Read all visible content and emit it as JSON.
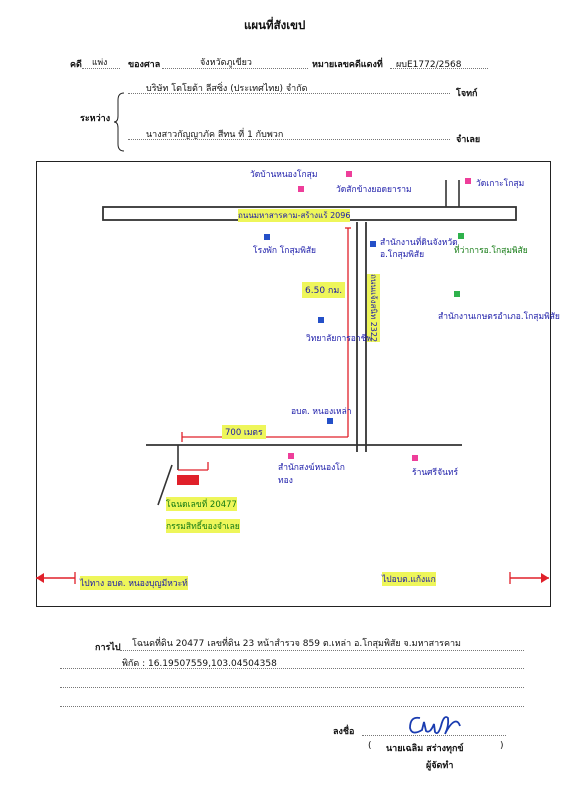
{
  "header": {
    "title": "แผนที่สังเขป",
    "case_label": "คดี",
    "case_value": "แพ่ง",
    "court_label": "ของศาล",
    "court_value": "จังหวัดภูเขียว",
    "red_case_label": "หมายเลขคดีแดงที่",
    "red_case_value": "ผบE1772/2568",
    "between_label": "ระหว่าง",
    "plaintiff": "บริษัท โตโยต้า ลีสซิ่ง (ประเทศไทย) จำกัด",
    "plaintiff_role": "โจทก์",
    "defendant": "นางสาวกัญญาภัค สีทน ที่ 1 กับพวก",
    "defendant_role": "จำเลย"
  },
  "map": {
    "landmarks": {
      "wat_north": "วัดบ้านหนองโกสุม",
      "wat_center": "วัดสักข้างยอดยาราม",
      "wat_east": "วัดเกาะโกสุม",
      "road_top": "ถนนมหาสารคาม-สร้างแร้ 2096",
      "hospital": "โรงพัก โกสุมพิสัย",
      "land_office": "สำนักงานที่ดินจังหวัด อ.โกสุมพิสัย",
      "district_office": "ที่ว่าการอ.โกสุมพิสัย",
      "rural_office": "สำนักงานเกษตรอำเภอ.โกสุมพิสัย",
      "distance_1": "6.50 กม.",
      "road_vertical": "ถนนแจ้งสนิท 2322",
      "mine": "วิทยาลัยการอาชีพ",
      "sub_district": "อบต. หนองเหล่า",
      "distance_2": "700 เมตร",
      "school": "สำนักสงฆ์หนองโกทอง",
      "shop": "ร้านศรีจันทร์",
      "plot_label": "โฉนดเลขที่ 20477",
      "owner_label": "กรรมสิทธิ์ของจำเลย",
      "left_arrow_label": "ไปทาง อบต. หนองบุญมีหวะท์",
      "right_arrow_label": "ไปอบต.แก้งแก"
    }
  },
  "footer": {
    "route_label": "การไป",
    "route_text": "โฉนดที่ดิน 20477 เลขที่ดิน 23 หน้าสำรวจ 859 ต.เหล่า อ.โกสุมพิสัย จ.มหาสารคาม",
    "coords": "พิกัด : 16.19507559,103.04504358",
    "sign_label": "ลงชื่อ",
    "signer_name": "นายเฉลิม สร่างทุกข์",
    "paren_open": "(",
    "paren_close": ")",
    "signer_role": "ผู้จัดทำ"
  },
  "colors": {
    "road": "#333333",
    "pink_marker": "#ee3e9a",
    "blue_marker": "#2450c8",
    "green_marker": "#2fb24c",
    "plot_red": "#e0202a",
    "highlight": "#eef65a"
  }
}
